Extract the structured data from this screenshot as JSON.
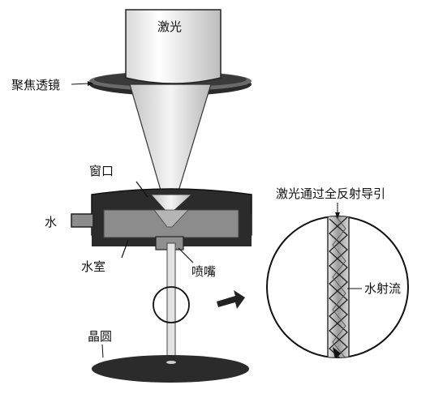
{
  "labels": {
    "laser": "激光",
    "focus_lens": "聚焦透镜",
    "window": "窗口",
    "water": "水",
    "water_chamber": "水室",
    "nozzle": "喷嘴",
    "wafer": "晶圆",
    "guide_title": "激光通过全反射导引",
    "water_jet": "水射流"
  },
  "colors": {
    "dark_body": "#2b2b2b",
    "chamber_fill": "#8c8c8c",
    "jet": "#cfcfcf",
    "outline": "#111111"
  }
}
